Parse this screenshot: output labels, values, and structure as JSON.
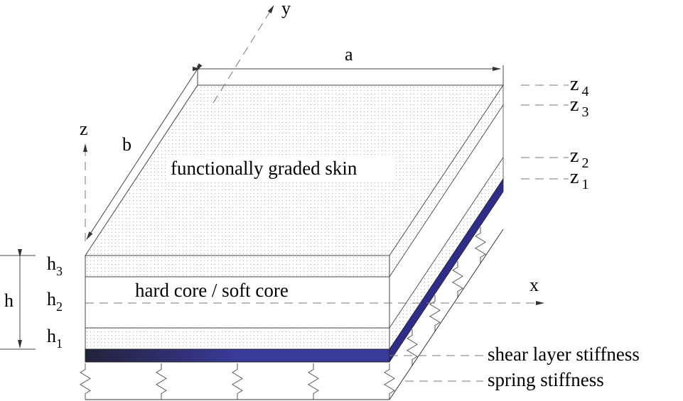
{
  "labels": {
    "skin": "functionally graded skin",
    "core": "hard core / soft core",
    "shear": "shear layer stiffness",
    "spring": "spring stiffness",
    "a": "a",
    "b": "b",
    "h": "h",
    "axis_x": "x",
    "axis_y": "y",
    "axis_z": "z"
  },
  "h_labels": [
    {
      "base": "h",
      "sub": "3"
    },
    {
      "base": "h",
      "sub": "2"
    },
    {
      "base": "h",
      "sub": "1"
    }
  ],
  "z_labels": [
    {
      "base": "z",
      "sub": "4"
    },
    {
      "base": "z",
      "sub": "3"
    },
    {
      "base": "z",
      "sub": "2"
    },
    {
      "base": "z",
      "sub": "1"
    }
  ],
  "colors": {
    "shear_layer": "#2e2e8a",
    "line": "#333333"
  }
}
